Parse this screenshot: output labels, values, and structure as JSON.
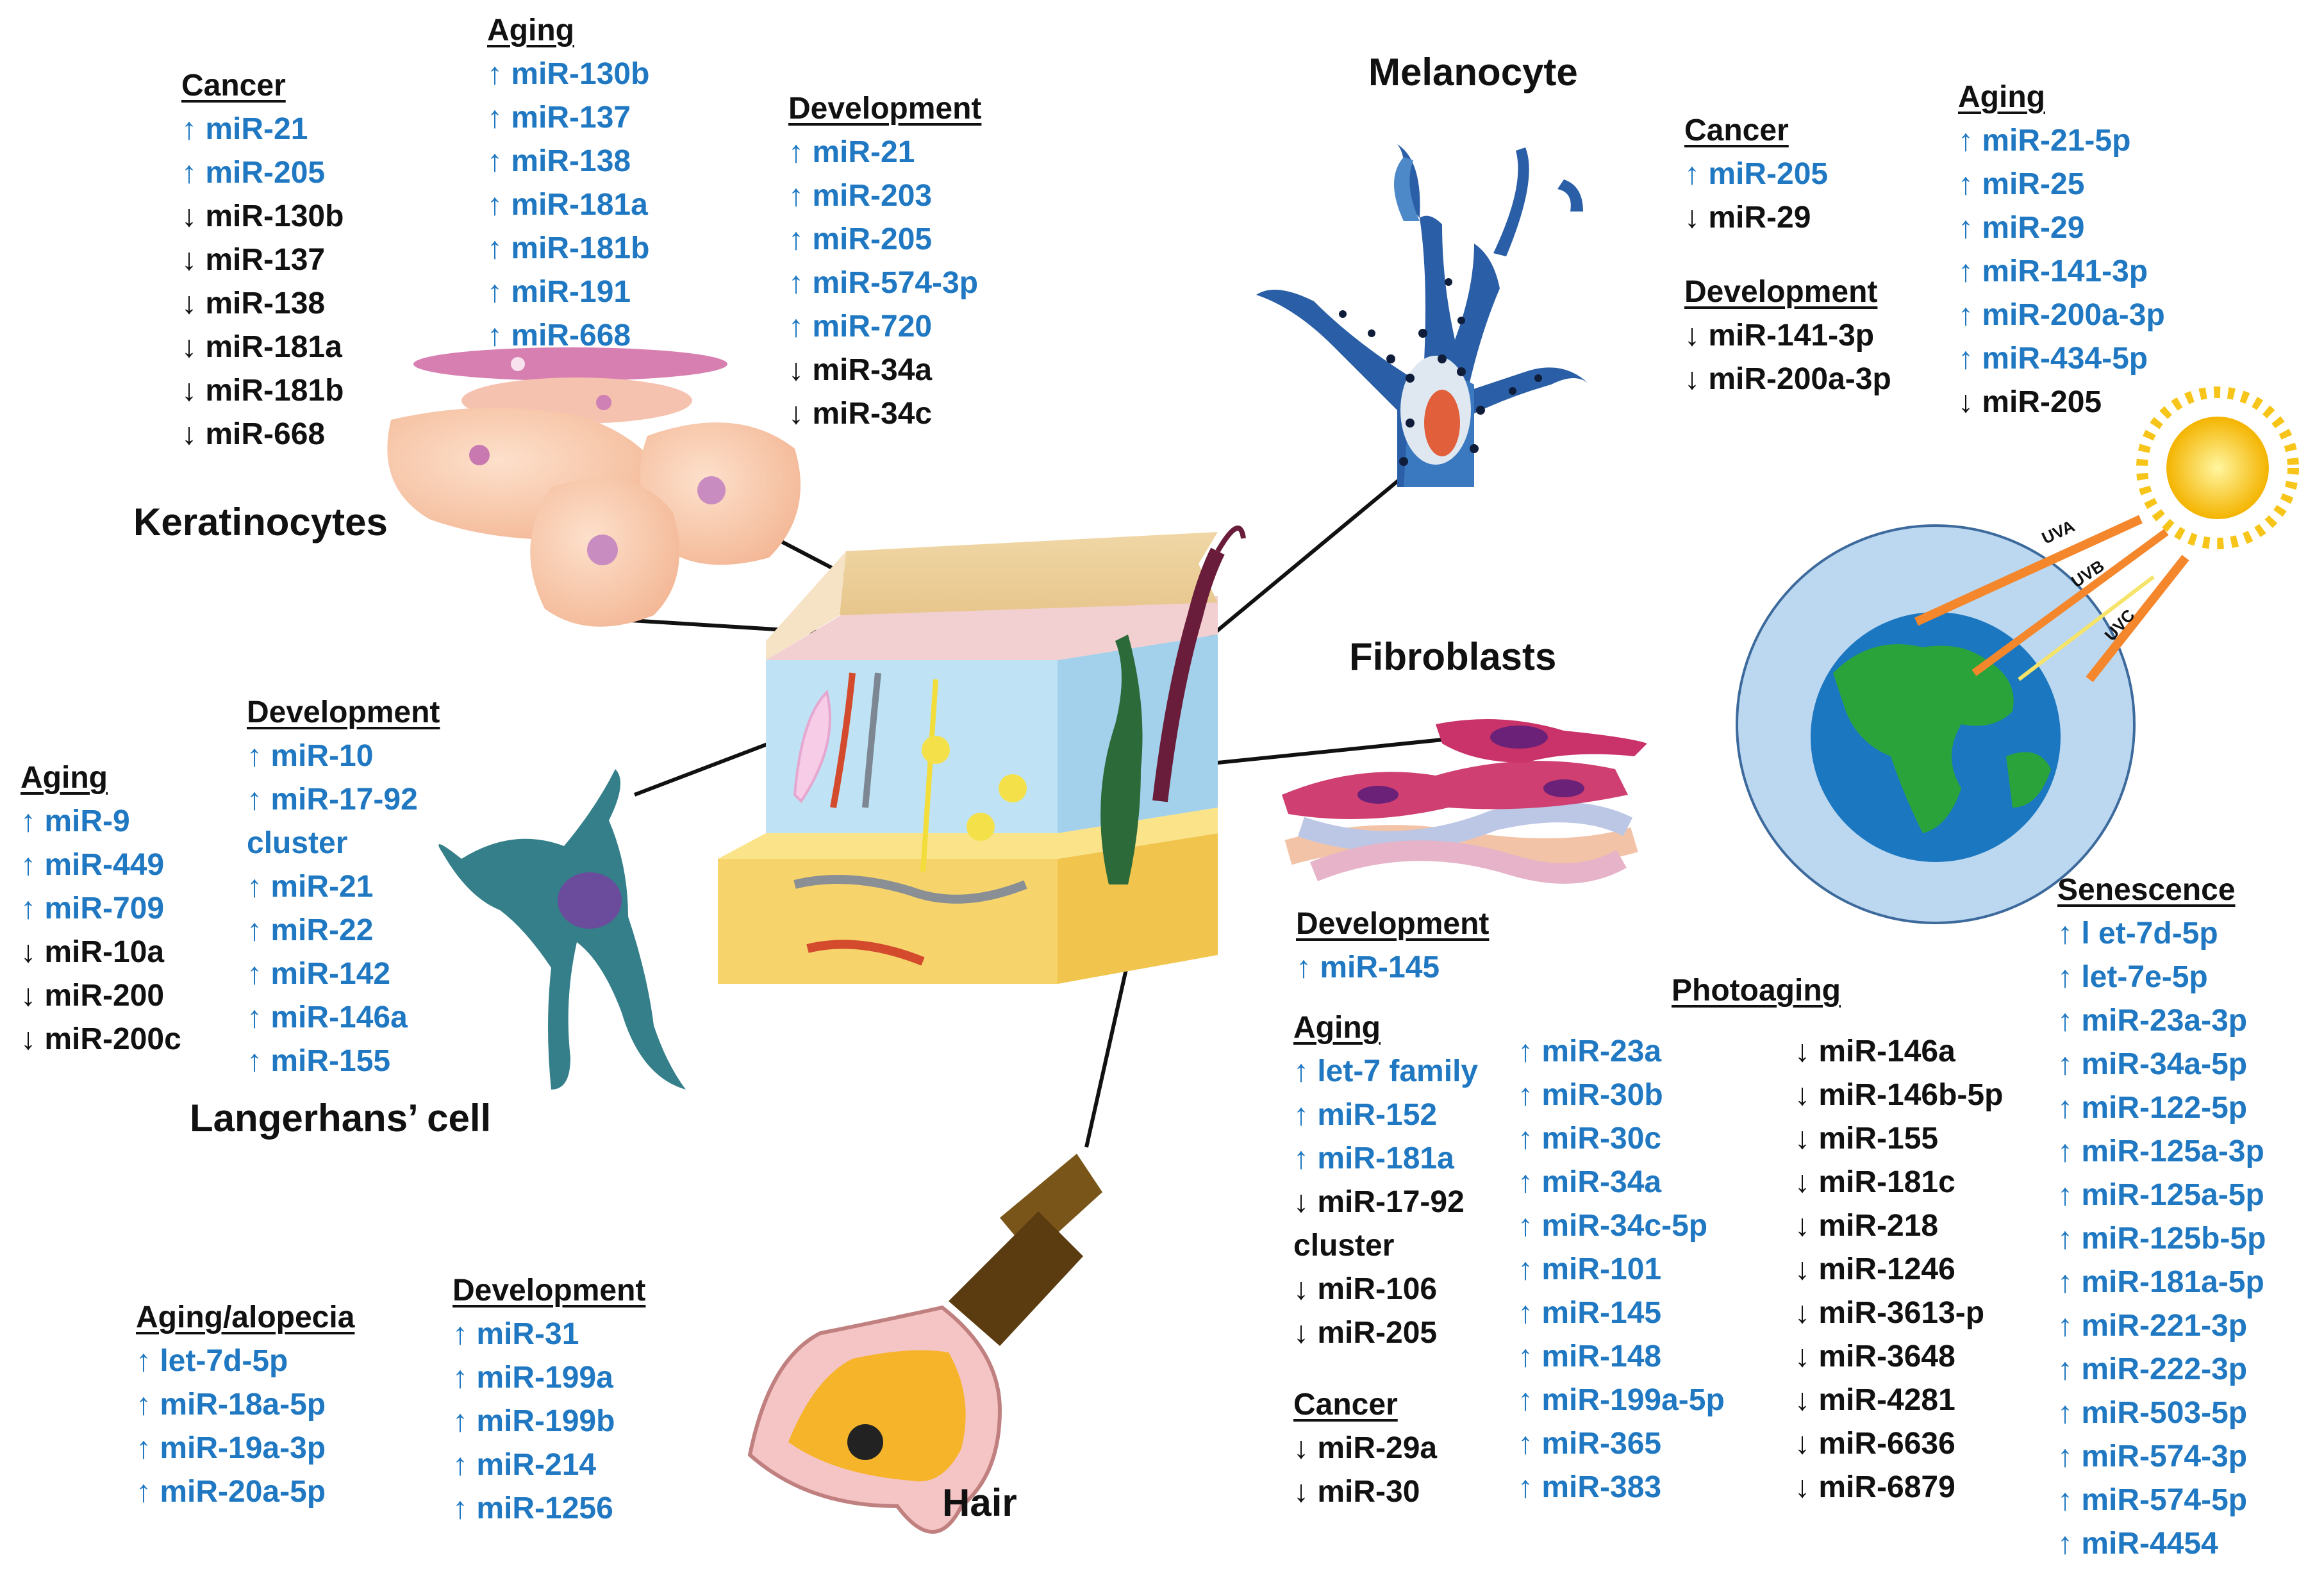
{
  "labels": {
    "keratinocytes": "Keratinocytes",
    "melanocyte": "Melanocyte",
    "fibroblasts": "Fibroblasts",
    "langerhans": "Langerhans’ cell",
    "hair": "Hair",
    "uva": "UVA",
    "uvb": "UVB",
    "uvc": "UVC"
  },
  "colors": {
    "up": "#1f78c1",
    "down": "#111111",
    "sun": "#f7c51a",
    "uv_arrow": "#f4862c",
    "earth_ocean": "#1b77c0",
    "earth_land": "#2aa43a",
    "atmosphere": "#bcd8f0"
  },
  "groups": [
    {
      "id": "kera-cancer",
      "title": "Cancer",
      "items": [
        {
          "dir": "up",
          "arrow": "↑",
          "text": "miR-21"
        },
        {
          "dir": "up",
          "arrow": "↑",
          "text": "miR-205"
        },
        {
          "dir": "down",
          "arrow": "↓",
          "text": "miR-130b"
        },
        {
          "dir": "down",
          "arrow": "↓",
          "text": "miR-137"
        },
        {
          "dir": "down",
          "arrow": "↓",
          "text": "miR-138"
        },
        {
          "dir": "down",
          "arrow": "↓",
          "text": "miR-181a"
        },
        {
          "dir": "down",
          "arrow": "↓",
          "text": "miR-181b"
        },
        {
          "dir": "down",
          "arrow": "↓",
          "text": "miR-668"
        }
      ]
    },
    {
      "id": "kera-aging",
      "title": "Aging",
      "items": [
        {
          "dir": "up",
          "arrow": "↑",
          "text": "miR-130b"
        },
        {
          "dir": "up",
          "arrow": "↑",
          "text": "miR-137"
        },
        {
          "dir": "up",
          "arrow": "↑",
          "text": "miR-138"
        },
        {
          "dir": "up",
          "arrow": "↑",
          "text": "miR-181a"
        },
        {
          "dir": "up",
          "arrow": "↑",
          "text": "miR-181b"
        },
        {
          "dir": "up",
          "arrow": "↑",
          "text": "miR-191"
        },
        {
          "dir": "up",
          "arrow": "↑",
          "text": "miR-668"
        }
      ]
    },
    {
      "id": "kera-dev",
      "title": "Development",
      "items": [
        {
          "dir": "up",
          "arrow": "↑",
          "text": "miR-21"
        },
        {
          "dir": "up",
          "arrow": "↑",
          "text": "miR-203"
        },
        {
          "dir": "up",
          "arrow": "↑",
          "text": "miR-205"
        },
        {
          "dir": "up",
          "arrow": "↑",
          "text": "miR-574-3p"
        },
        {
          "dir": "up",
          "arrow": "↑",
          "text": "miR-720"
        },
        {
          "dir": "down",
          "arrow": "↓",
          "text": "miR-34a"
        },
        {
          "dir": "down",
          "arrow": "↓",
          "text": "miR-34c"
        }
      ]
    },
    {
      "id": "mel-cancer",
      "title": "Cancer",
      "items": [
        {
          "dir": "up",
          "arrow": "↑",
          "text": "miR-205"
        },
        {
          "dir": "down",
          "arrow": "↓",
          "text": "miR-29"
        }
      ]
    },
    {
      "id": "mel-dev",
      "title": "Development",
      "items": [
        {
          "dir": "down",
          "arrow": "↓",
          "text": "miR-141-3p"
        },
        {
          "dir": "down",
          "arrow": "↓",
          "text": "miR-200a-3p"
        }
      ]
    },
    {
      "id": "mel-aging",
      "title": "Aging",
      "items": [
        {
          "dir": "up",
          "arrow": "↑",
          "text": "miR-21-5p"
        },
        {
          "dir": "up",
          "arrow": "↑",
          "text": "miR-25"
        },
        {
          "dir": "up",
          "arrow": "↑",
          "text": "miR-29"
        },
        {
          "dir": "up",
          "arrow": "↑",
          "text": "miR-141-3p"
        },
        {
          "dir": "up",
          "arrow": "↑",
          "text": "miR-200a-3p"
        },
        {
          "dir": "up",
          "arrow": "↑",
          "text": "miR-434-5p"
        },
        {
          "dir": "down",
          "arrow": "↓",
          "text": "miR-205"
        }
      ]
    },
    {
      "id": "lang-aging",
      "title": "Aging",
      "items": [
        {
          "dir": "up",
          "arrow": "↑",
          "text": "miR-9"
        },
        {
          "dir": "up",
          "arrow": "↑",
          "text": "miR-449"
        },
        {
          "dir": "up",
          "arrow": "↑",
          "text": "miR-709"
        },
        {
          "dir": "down",
          "arrow": "↓",
          "text": "miR-10a"
        },
        {
          "dir": "down",
          "arrow": "↓",
          "text": "miR-200"
        },
        {
          "dir": "down",
          "arrow": "↓",
          "text": "miR-200c"
        }
      ]
    },
    {
      "id": "lang-dev",
      "title": "Development",
      "items": [
        {
          "dir": "up",
          "arrow": "↑",
          "text": "miR-10"
        },
        {
          "dir": "up",
          "arrow": "↑",
          "text": "miR-17-92"
        },
        {
          "dir": "up",
          "arrow": "",
          "text": "cluster"
        },
        {
          "dir": "up",
          "arrow": "↑",
          "text": "miR-21"
        },
        {
          "dir": "up",
          "arrow": "↑",
          "text": "miR-22"
        },
        {
          "dir": "up",
          "arrow": "↑",
          "text": "miR-142"
        },
        {
          "dir": "up",
          "arrow": "↑",
          "text": "miR-146a"
        },
        {
          "dir": "up",
          "arrow": "↑",
          "text": "miR-155"
        }
      ]
    },
    {
      "id": "fib-dev",
      "title": "Development",
      "items": [
        {
          "dir": "up",
          "arrow": "↑",
          "text": "miR-145"
        }
      ]
    },
    {
      "id": "fib-aging",
      "title": "Aging",
      "items": [
        {
          "dir": "up",
          "arrow": "↑",
          "text": "let-7 family"
        },
        {
          "dir": "up",
          "arrow": "↑",
          "text": "miR-152"
        },
        {
          "dir": "up",
          "arrow": "↑",
          "text": "miR-181a"
        },
        {
          "dir": "down",
          "arrow": "↓",
          "text": "miR-17-92"
        },
        {
          "dir": "down",
          "arrow": "",
          "text": "cluster"
        },
        {
          "dir": "down",
          "arrow": "↓",
          "text": "miR-106"
        },
        {
          "dir": "down",
          "arrow": "↓",
          "text": "miR-205"
        }
      ]
    },
    {
      "id": "fib-cancer",
      "title": "Cancer",
      "items": [
        {
          "dir": "down",
          "arrow": "↓",
          "text": "miR-29a"
        },
        {
          "dir": "down",
          "arrow": "↓",
          "text": "miR-30"
        }
      ]
    },
    {
      "id": "photo-up",
      "title": "",
      "items": [
        {
          "dir": "up",
          "arrow": "↑",
          "text": "miR-23a"
        },
        {
          "dir": "up",
          "arrow": "↑",
          "text": "miR-30b"
        },
        {
          "dir": "up",
          "arrow": "↑",
          "text": "miR-30c"
        },
        {
          "dir": "up",
          "arrow": "↑",
          "text": "miR-34a"
        },
        {
          "dir": "up",
          "arrow": "↑",
          "text": "miR-34c-5p"
        },
        {
          "dir": "up",
          "arrow": "↑",
          "text": "miR-101"
        },
        {
          "dir": "up",
          "arrow": "↑",
          "text": "miR-145"
        },
        {
          "dir": "up",
          "arrow": "↑",
          "text": "miR-148"
        },
        {
          "dir": "up",
          "arrow": "↑",
          "text": "miR-199a-5p"
        },
        {
          "dir": "up",
          "arrow": "↑",
          "text": "miR-365"
        },
        {
          "dir": "up",
          "arrow": "↑",
          "text": "miR-383"
        }
      ]
    },
    {
      "id": "photo-down",
      "title": "",
      "items": [
        {
          "dir": "down",
          "arrow": "↓",
          "text": "miR-146a"
        },
        {
          "dir": "down",
          "arrow": "↓",
          "text": "miR-146b-5p"
        },
        {
          "dir": "down",
          "arrow": "↓",
          "text": "miR-155"
        },
        {
          "dir": "down",
          "arrow": "↓",
          "text": "miR-181c"
        },
        {
          "dir": "down",
          "arrow": "↓",
          "text": "miR-218"
        },
        {
          "dir": "down",
          "arrow": "↓",
          "text": "miR-1246"
        },
        {
          "dir": "down",
          "arrow": "↓",
          "text": "miR-3613-p"
        },
        {
          "dir": "down",
          "arrow": "↓",
          "text": "miR-3648"
        },
        {
          "dir": "down",
          "arrow": "↓",
          "text": "miR-4281"
        },
        {
          "dir": "down",
          "arrow": "↓",
          "text": "miR-6636"
        },
        {
          "dir": "down",
          "arrow": "↓",
          "text": "miR-6879"
        }
      ]
    },
    {
      "id": "photoaging-title",
      "title": "Photoaging",
      "items": []
    },
    {
      "id": "senescence",
      "title": "Senescence",
      "items": [
        {
          "dir": "up",
          "arrow": "↑",
          "text": "l et-7d-5p"
        },
        {
          "dir": "up",
          "arrow": "↑",
          "text": " let-7e-5p"
        },
        {
          "dir": "up",
          "arrow": "↑",
          "text": "miR-23a-3p"
        },
        {
          "dir": "up",
          "arrow": "↑",
          "text": "miR-34a-5p"
        },
        {
          "dir": "up",
          "arrow": "↑",
          "text": "miR-122-5p"
        },
        {
          "dir": "up",
          "arrow": "↑",
          "text": "miR-125a-3p"
        },
        {
          "dir": "up",
          "arrow": "↑",
          "text": "miR-125a-5p"
        },
        {
          "dir": "up",
          "arrow": "↑",
          "text": "miR-125b-5p"
        },
        {
          "dir": "up",
          "arrow": "↑",
          "text": "miR-181a-5p"
        },
        {
          "dir": "up",
          "arrow": "↑",
          "text": "miR-221-3p"
        },
        {
          "dir": "up",
          "arrow": "↑",
          "text": "miR-222-3p"
        },
        {
          "dir": "up",
          "arrow": "↑",
          "text": "miR-503-5p"
        },
        {
          "dir": "up",
          "arrow": "↑",
          "text": "miR-574-3p"
        },
        {
          "dir": "up",
          "arrow": "↑",
          "text": "miR-574-5p"
        },
        {
          "dir": "up",
          "arrow": "↑",
          "text": "miR-4454"
        }
      ]
    },
    {
      "id": "hair-aging",
      "title": "Aging/alopecia",
      "items": [
        {
          "dir": "up",
          "arrow": "↑",
          "text": "let-7d-5p"
        },
        {
          "dir": "up",
          "arrow": "↑",
          "text": "miR-18a-5p"
        },
        {
          "dir": "up",
          "arrow": "↑",
          "text": "miR-19a-3p"
        },
        {
          "dir": "up",
          "arrow": "↑",
          "text": "miR-20a-5p"
        }
      ]
    },
    {
      "id": "hair-dev",
      "title": "Development",
      "items": [
        {
          "dir": "up",
          "arrow": "↑",
          "text": "miR-31"
        },
        {
          "dir": "up",
          "arrow": "↑",
          "text": "miR-199a"
        },
        {
          "dir": "up",
          "arrow": "↑",
          "text": "miR-199b"
        },
        {
          "dir": "up",
          "arrow": "↑",
          "text": "miR-214"
        },
        {
          "dir": "up",
          "arrow": "↑",
          "text": "miR-1256"
        }
      ]
    }
  ]
}
